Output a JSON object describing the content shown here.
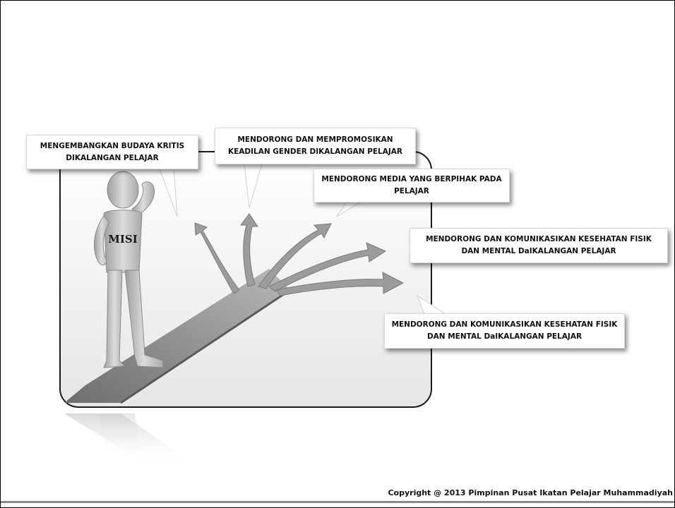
{
  "illustration": {
    "shirt_text": "MISI"
  },
  "callouts": {
    "critical_culture": "MENGEMBANGKAN BUDAYA KRITIS DIKALANGAN PELAJAR",
    "gender_justice": "MENDORONG DAN MEMPROMOSIKAN KEADILAN GENDER DIKALANGAN PELAJAR",
    "student_media": "MENDORONG MEDIA YANG BERPIHAK PADA PELAJAR",
    "health_communication_1": "MENDORONG DAN KOMUNIKASIKAN KESEHATAN FISIK DAN MENTAL DaIKALANGAN PELAJAR",
    "health_communication_2": "MENDORONG DAN KOMUNIKASIKAN KESEHATAN FISIK DAN MENTAL DaIKALANGAN PELAJAR"
  },
  "footer": {
    "copyright": "Copyright @ 2013 Pimpinan Pusat Ikatan Pelajar Muhammadiyah"
  },
  "colors": {
    "figure_gray": "#c4c4c4",
    "road_gray": "#8f8f8f",
    "frame_border": "#1a1a1a",
    "callout_shadow": "rgba(0,0,0,0.45)"
  }
}
